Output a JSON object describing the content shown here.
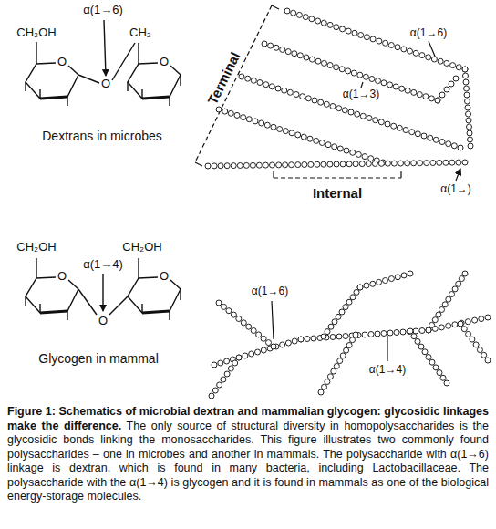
{
  "diagram": {
    "title": "Figure 1: Schematics of microbial dextran and mammalian glycogen: glycosidic linkages make the difference.",
    "caption": "The only source of structural diversity in homopolysaccharides is the glycosidic bonds linking the monosaccharides. This figure illustrates two commonly found polysaccharides – one in microbes and another in mammals. The polysaccharide with α(1→6) linkage is dextran, which is found in many bacteria, including Lactobacillaceae. The polysaccharide with the α(1→4) is glycogen and it is found in mammals as one of the biological energy-storage molecules.",
    "labels": [
      "CH₂OH",
      "α(1→6)",
      "CH₂",
      "O",
      "O",
      "O",
      "Dextrans in microbes",
      "Terminal",
      "α(1→6)",
      "α(1→3)",
      "α(1→)",
      "Internal",
      "CH₂OH",
      "CH₂OH",
      "α(1→4)",
      "O",
      "O",
      "O",
      "Glycogen in mammal",
      "α(1→6)",
      "α(1→4)"
    ]
  }
}
